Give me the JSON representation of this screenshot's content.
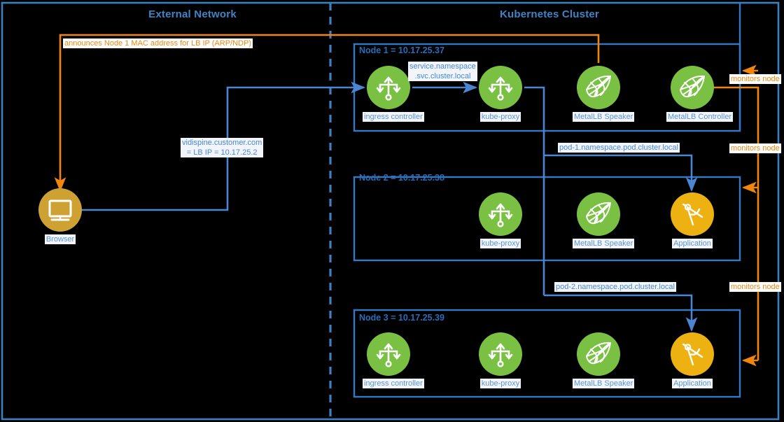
{
  "zones": {
    "external": {
      "title": "External Network"
    },
    "cluster": {
      "title": "Kubernetes Cluster"
    }
  },
  "colors": {
    "frame_blue": "#3d7fc1",
    "node_blue": "#3579c6",
    "link_blue": "#4a86d4",
    "orange": "#f2860d",
    "green": "#7ac143",
    "amber": "#edb211",
    "browser": "#cda233",
    "label_bg": "#f2f6fb"
  },
  "external": {
    "browser": {
      "label": "Browser",
      "icon": "monitor-icon"
    },
    "arp_label": "announces Node 1 MAC address for LB IP (ARP/NDP)",
    "lb_label_line1": "vidispine.customer.com",
    "lb_label_line2": "= LB IP = 10.17.25.2"
  },
  "nodes": [
    {
      "title": "Node 1 = 10.17.25.37",
      "items": [
        {
          "label": "ingress controller",
          "icon": "routing-trident-icon",
          "kind": "green"
        },
        {
          "label": "kube-proxy",
          "icon": "routing-trident-icon",
          "kind": "green"
        },
        {
          "label": "MetalLB Speaker",
          "icon": "metallb-sail-icon",
          "kind": "green"
        },
        {
          "label": "MetalLB Controller",
          "icon": "metallb-sail-icon",
          "kind": "green"
        }
      ]
    },
    {
      "title": "Node 2 = 10.17.25.38",
      "items": [
        {
          "label": "kube-proxy",
          "icon": "routing-trident-icon",
          "kind": "green"
        },
        {
          "label": "MetalLB Speaker",
          "icon": "metallb-sail-icon",
          "kind": "green"
        },
        {
          "label": "Application",
          "icon": "compass-divider-icon",
          "kind": "amber"
        }
      ]
    },
    {
      "title": "Node 3 = 10.17.25.39",
      "items": [
        {
          "label": "ingress controller",
          "icon": "routing-trident-icon",
          "kind": "green"
        },
        {
          "label": "kube-proxy",
          "icon": "routing-trident-icon",
          "kind": "green"
        },
        {
          "label": "MetalLB Speaker",
          "icon": "metallb-sail-icon",
          "kind": "green"
        },
        {
          "label": "Application",
          "icon": "compass-divider-icon",
          "kind": "amber"
        }
      ]
    }
  ],
  "edge_labels": {
    "svc_dns_line1": "service.namespace",
    "svc_dns_line2": ".svc.cluster.local",
    "pod1_dns": "pod-1.namespace.pod.cluster.local",
    "pod2_dns": "pod-2.namespace.pod.cluster.local",
    "monitors_1": "monitors node",
    "monitors_2": "monitors node",
    "monitors_3": "monitors node"
  }
}
